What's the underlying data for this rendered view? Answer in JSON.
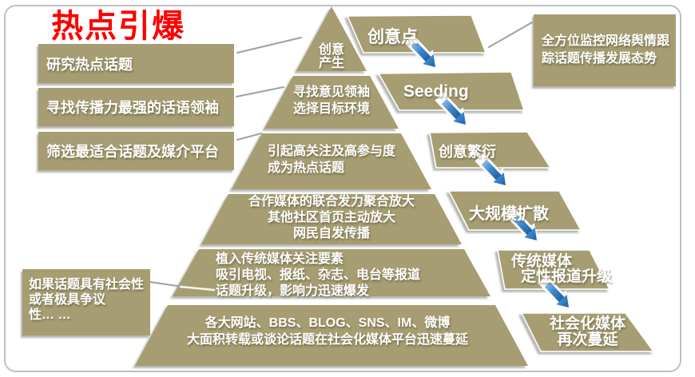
{
  "slide": {
    "title": "热点引爆",
    "left_boxes": [
      {
        "label": "研究热点话题"
      },
      {
        "label": "寻找传播力最强的话语领袖"
      },
      {
        "label": "筛选最适合话题及媒介平台"
      }
    ],
    "note_box": {
      "lines": [
        "如果话题具有社会性",
        "或者极具争议",
        "性… …"
      ]
    },
    "pyramid": {
      "levels": [
        {
          "lines": [
            "创意",
            "产生"
          ]
        },
        {
          "lines": [
            "寻找意见领袖",
            "选择目标环境"
          ]
        },
        {
          "lines": [
            "引起高关注及高参与度",
            "成为热点话题"
          ]
        },
        {
          "lines": [
            "合作媒体的联合发力聚合放大",
            "其他社区首页主动放大",
            "网民自发传播"
          ]
        },
        {
          "lines": [
            "植入传统媒体关注要素",
            "吸引电视、报纸、杂志、电台等报道",
            "话题升级，影响力迅速爆发"
          ]
        },
        {
          "lines": [
            "各大网站、BBS、BLOG、SNS、IM、微博",
            "大面积转载或谈论话题在社会化媒体平台迅速蔓延"
          ]
        }
      ]
    },
    "flow_steps": [
      {
        "label": "创意点"
      },
      {
        "label": "Seeding"
      },
      {
        "label": "创意繁衍"
      },
      {
        "label": "大规模扩散"
      },
      {
        "lines": [
          "传统媒体",
          "定性报道升级"
        ]
      },
      {
        "lines": [
          "社会化媒体",
          "再次蔓延"
        ]
      }
    ],
    "monitor_box": {
      "lines": [
        "全方位监控网络舆情跟",
        "踪话题传播发展态势"
      ]
    },
    "colors": {
      "shape": "#a69d72",
      "arrow": "#2f7dc5",
      "title_red": "#fe0000",
      "border": "#bcc0c0",
      "text": "#ffffff"
    }
  }
}
